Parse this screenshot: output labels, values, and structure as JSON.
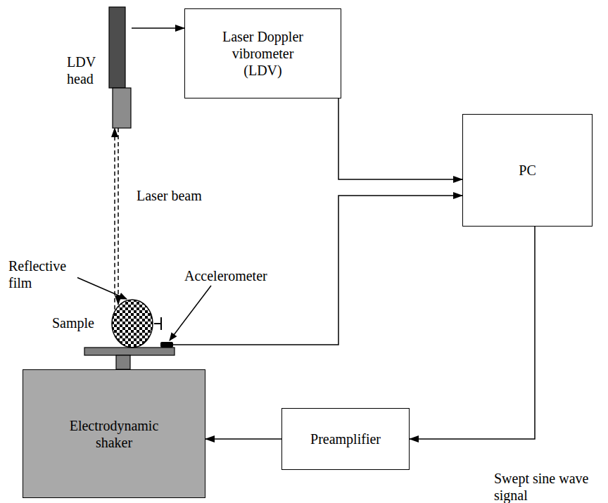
{
  "diagram": {
    "nodes": [
      {
        "text": [
          "LDV head"
        ]
      },
      {
        "text": [
          "Laser Doppler vibrometer (LDV)"
        ]
      },
      {
        "text": [
          "PC"
        ]
      },
      {
        "text": [
          "Sample"
        ]
      },
      {
        "text": [
          "Accelerometer"
        ]
      },
      {
        "text": [
          "Electrodynamic shaker"
        ]
      },
      {
        "text": [
          "Preamplifier"
        ]
      }
    ],
    "edges": [
      {
        "from": 0,
        "to": 1,
        "arrow": "to"
      },
      {
        "from": 1,
        "to": 2,
        "arrow": "to"
      },
      {
        "from": 4,
        "to": 2,
        "arrow": "to"
      },
      {
        "from": 2,
        "to": 6,
        "label": "Swept sine wave signal",
        "arrow": "to"
      },
      {
        "from": 6,
        "to": 5,
        "arrow": "to"
      },
      {
        "from": 0,
        "to": 3,
        "arrow": "to"
      },
      {
        "from": 3,
        "to": 0,
        "arrow": "to"
      }
    ],
    "labels": [
      "Reflective film",
      "Laser beam"
    ]
  }
}
